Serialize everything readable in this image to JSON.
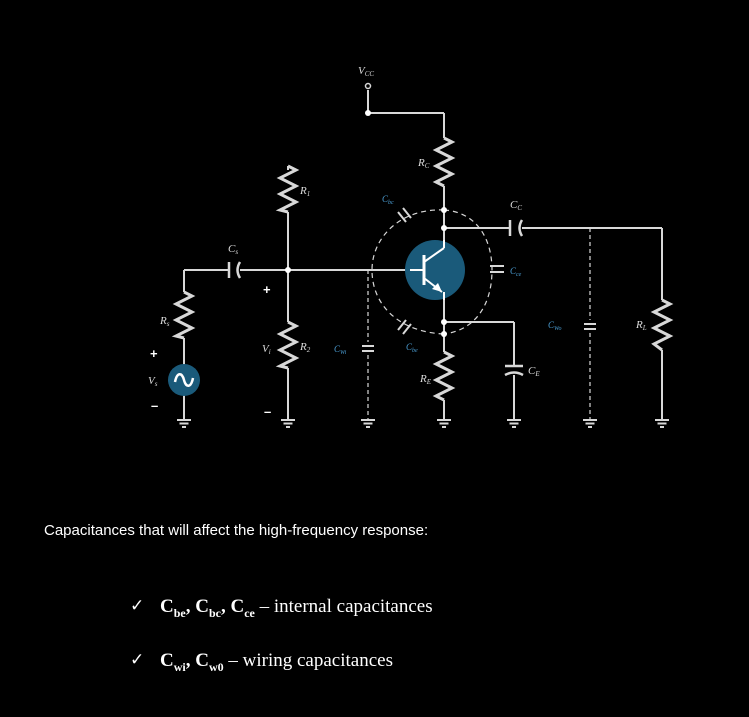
{
  "circuit": {
    "labels": {
      "vcc": "V",
      "vcc_sub": "CC",
      "rc": "R",
      "rc_sub": "C",
      "r1": "R",
      "r1_sub": "1",
      "r2": "R",
      "r2_sub": "2",
      "re": "R",
      "re_sub": "E",
      "rs": "R",
      "rs_sub": "s",
      "rl": "R",
      "rl_sub": "L",
      "cs": "C",
      "cs_sub": "s",
      "cc": "C",
      "cc_sub": "C",
      "ce": "C",
      "ce_sub": "E",
      "vs": "V",
      "vs_sub": "s",
      "vi": "V",
      "vi_sub": "i"
    },
    "internal_labels": {
      "cbe": "C",
      "cbe_sub": "be",
      "cbc": "C",
      "cbc_sub": "bc",
      "cce": "C",
      "cce_sub": "ce",
      "cwi": "C",
      "cwi_sub": "Wi",
      "cwo": "C",
      "cwo_sub": "Wo"
    },
    "signs": {
      "plus_source": "+",
      "minus_source": "–",
      "plus_input": "+",
      "minus_input": "–"
    },
    "colors": {
      "wire": "#d8d8d8",
      "transistor": "#1a5a7a",
      "source": "#1a5a7a",
      "internal": "#4a9bd0",
      "background": "#000000"
    }
  },
  "caption": "Capacitances that will affect the high-frequency response:",
  "bullets": [
    {
      "check": "✓",
      "parts": [
        {
          "t": "C",
          "b": true
        },
        {
          "t": "be",
          "sub": true,
          "b": true
        },
        {
          "t": ", ",
          "b": true
        },
        {
          "t": "C",
          "b": true
        },
        {
          "t": "bc",
          "sub": true,
          "b": true
        },
        {
          "t": ", ",
          "b": true
        },
        {
          "t": "C",
          "b": true
        },
        {
          "t": "ce",
          "sub": true,
          "b": true
        },
        {
          "t": " – internal capacitances"
        }
      ]
    },
    {
      "check": "✓",
      "parts": [
        {
          "t": "C",
          "b": true
        },
        {
          "t": "wi",
          "sub": true,
          "b": true
        },
        {
          "t": ", ",
          "b": true
        },
        {
          "t": "C",
          "b": true
        },
        {
          "t": "w0",
          "sub": true,
          "b": true
        },
        {
          "t": " – wiring capacitances"
        }
      ]
    }
  ]
}
